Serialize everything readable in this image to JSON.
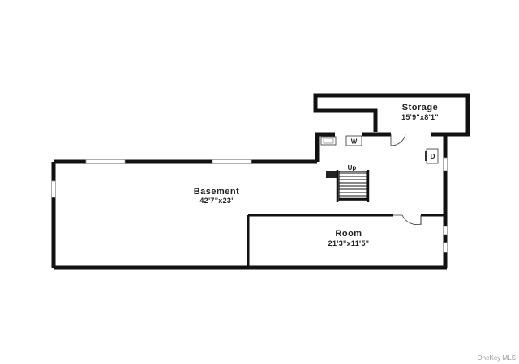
{
  "rooms": {
    "storage": {
      "name": "Storage",
      "dims": "15'9\"x8'1\""
    },
    "basement": {
      "name": "Basement",
      "dims": "42'7\"x23'"
    },
    "room": {
      "name": "Room",
      "dims": "21'3\"x11'5\""
    }
  },
  "stairs": {
    "label": "Up"
  },
  "fixtures": {
    "washer": "W",
    "dryer": "D"
  },
  "watermark": "OneKey MLS"
}
